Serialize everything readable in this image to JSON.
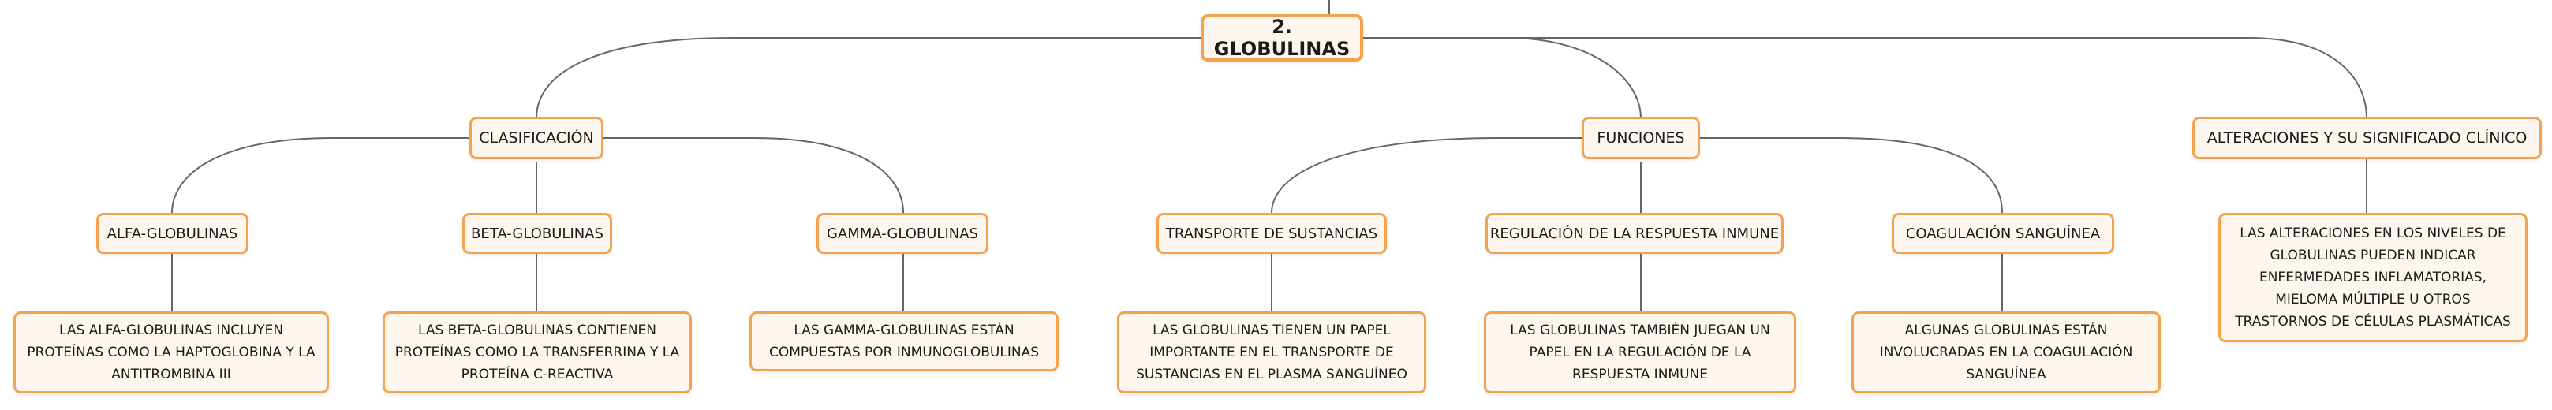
{
  "root": {
    "label": "2. GLOBULINAS"
  },
  "branches": {
    "clasificacion": {
      "label": "CLASIFICACIÓN",
      "children": {
        "alfa": {
          "label": "ALFA-GLOBULINAS",
          "detail": "LAS ALFA-GLOBULINAS INCLUYEN PROTEÍNAS COMO LA HAPTOGLOBINA Y LA ANTITROMBINA III"
        },
        "beta": {
          "label": "BETA-GLOBULINAS",
          "detail": "LAS BETA-GLOBULINAS CONTIENEN PROTEÍNAS COMO LA TRANSFERRINA Y LA PROTEÍNA C-REACTIVA"
        },
        "gamma": {
          "label": "GAMMA-GLOBULINAS",
          "detail": "LAS GAMMA-GLOBULINAS ESTÁN COMPUESTAS POR INMUNOGLOBULINAS"
        }
      }
    },
    "funciones": {
      "label": "FUNCIONES",
      "children": {
        "transporte": {
          "label": "TRANSPORTE DE SUSTANCIAS",
          "detail": "LAS GLOBULINAS TIENEN UN PAPEL IMPORTANTE EN EL TRANSPORTE DE SUSTANCIAS EN EL PLASMA SANGUÍNEO"
        },
        "regulacion": {
          "label": "REGULACIÓN DE LA RESPUESTA INMUNE",
          "detail": "LAS GLOBULINAS TAMBIÉN JUEGAN UN PAPEL EN LA REGULACIÓN DE LA RESPUESTA INMUNE"
        },
        "coagulacion": {
          "label": "COAGULACIÓN SANGUÍNEA",
          "detail": "ALGUNAS GLOBULINAS ESTÁN INVOLUCRADAS EN LA COAGULACIÓN SANGUÍNEA"
        }
      }
    },
    "alteraciones": {
      "label": "ALTERACIONES Y SU SIGNIFICADO CLÍNICO",
      "detail": "LAS ALTERACIONES EN LOS NIVELES DE GLOBULINAS PUEDEN INDICAR ENFERMEDADES INFLAMATORIAS, MIELOMA MÚLTIPLE U OTROS TRASTORNOS DE CÉLULAS PLASMÁTICAS"
    }
  },
  "colors": {
    "node_border": "#f4a24e",
    "node_fill": "#fdf6ee",
    "connector": "#666666"
  }
}
